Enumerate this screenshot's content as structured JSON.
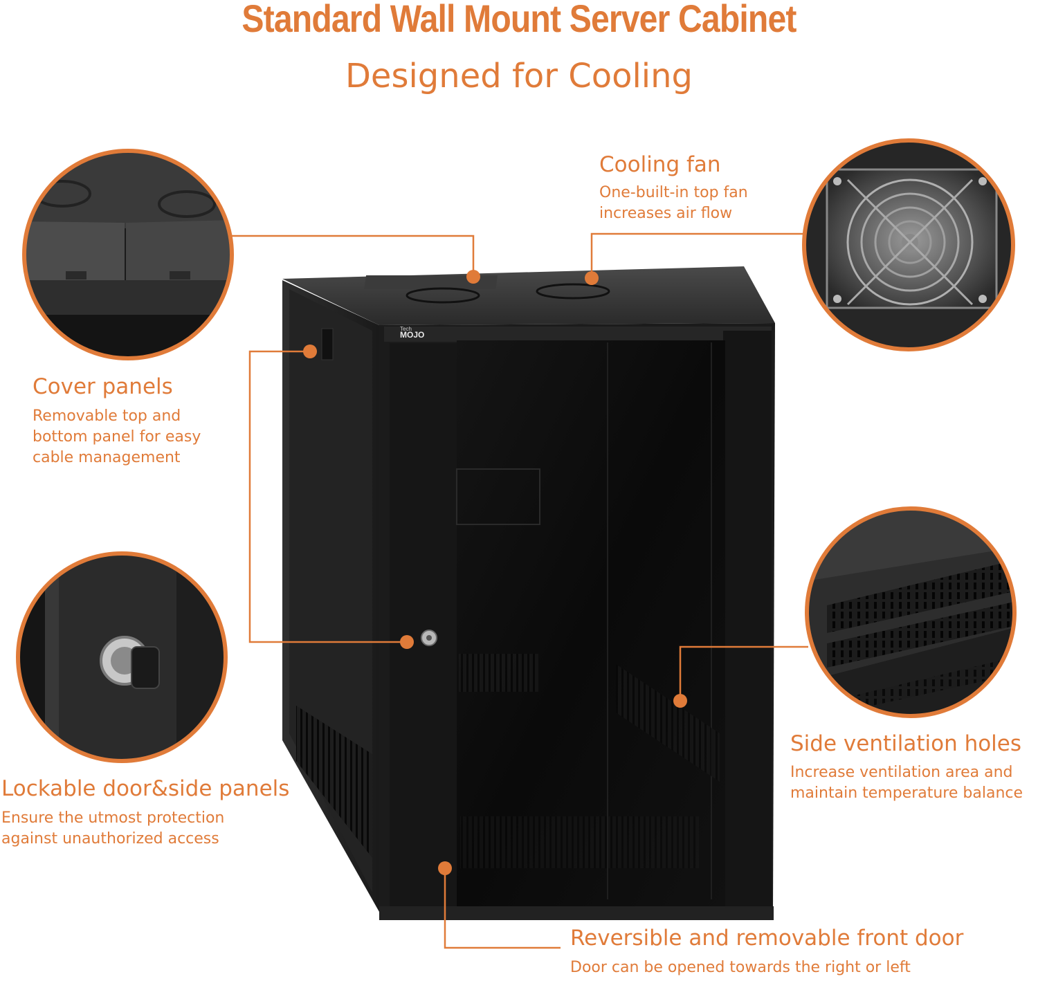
{
  "header": {
    "title": "Standard Wall Mount Server Cabinet",
    "subtitle": "Designed for Cooling"
  },
  "brand": {
    "logo_text": "MOJO",
    "logo_small": "Tech"
  },
  "accent_color": "#e07b39",
  "features": {
    "cooling_fan": {
      "title": "Cooling fan",
      "lines": [
        "One-built-in top fan",
        "increases air flow"
      ]
    },
    "cover_panels": {
      "title": "Cover panels",
      "lines": [
        "Removable top and",
        "bottom panel for easy",
        "cable management"
      ]
    },
    "side_ventilation": {
      "title": "Side ventilation holes",
      "lines": [
        "Increase ventilation area and",
        "maintain temperature balance"
      ]
    },
    "lockable": {
      "title": "Lockable door&side panels",
      "lines": [
        "Ensure the utmost protection",
        "against unauthorized access"
      ]
    },
    "front_door": {
      "title": "Reversible and removable front door",
      "lines": [
        "Door can be opened towards the right or left"
      ]
    }
  }
}
